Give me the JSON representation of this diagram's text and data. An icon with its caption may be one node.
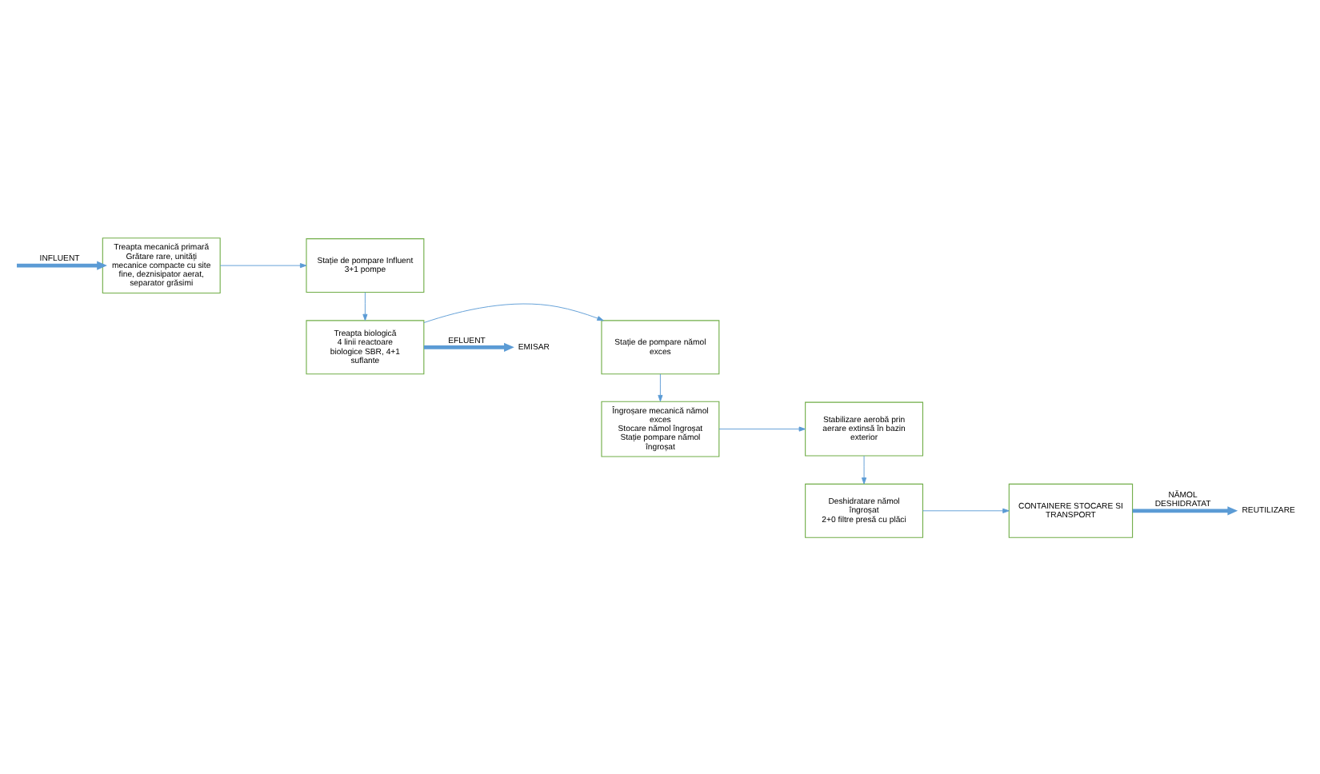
{
  "diagram": {
    "nodes": [
      {
        "text": [
          "Treapta mecanică primară",
          "Grătare rare, unități mecanice compacte cu site fine, deznisipator aerat, separator grăsimi"
        ]
      },
      {
        "text": [
          "Stație de pompare Influent 3+1 pompe"
        ]
      },
      {
        "text": [
          "Treapta biologică",
          "4 linii reactoare biologice SBR, 4+1 suflante"
        ]
      },
      {
        "text": [
          "Stație de pompare nămol exces"
        ]
      },
      {
        "text": [
          "Îngroșare mecanică nămol exces",
          "Stocare nămol îngroșat",
          "Stație pompare nămol îngroșat"
        ]
      },
      {
        "text": [
          "Stabilizare aerobă prin aerare extinsă în bazin exterior"
        ]
      },
      {
        "text": [
          "Deshidratare nămol îngroșat",
          "2+0 filtre presă cu plăci"
        ]
      },
      {
        "text": [
          "CONTAINERE STOCARE SI TRANSPORT"
        ]
      },
      {
        "text": [
          "EMISAR"
        ]
      },
      {
        "text": [
          "REUTILIZARE"
        ]
      }
    ],
    "edges": [
      {
        "from": null,
        "to": 0,
        "arrow": "to",
        "label": "INFLUENT",
        "style": "thick"
      },
      {
        "from": 0,
        "to": 1,
        "arrow": "to"
      },
      {
        "from": 1,
        "to": 2,
        "arrow": "to"
      },
      {
        "from": 2,
        "to": 3,
        "arrow": "to"
      },
      {
        "from": 2,
        "to": 8,
        "arrow": "to",
        "label": "EFLUENT",
        "style": "thick"
      },
      {
        "from": 3,
        "to": 4,
        "arrow": "to"
      },
      {
        "from": 4,
        "to": 5,
        "arrow": "to"
      },
      {
        "from": 5,
        "to": 6,
        "arrow": "to"
      },
      {
        "from": 6,
        "to": 7,
        "arrow": "to"
      },
      {
        "from": 7,
        "to": 9,
        "arrow": "to",
        "label": "NĂMOL DESHIDRATAT",
        "style": "thick"
      }
    ]
  }
}
